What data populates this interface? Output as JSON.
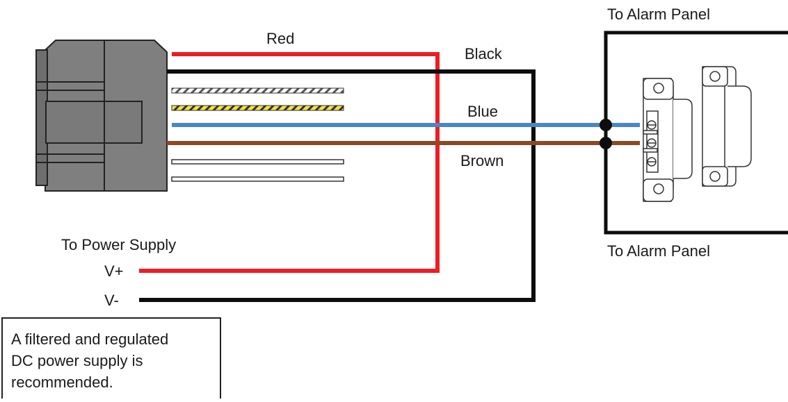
{
  "labels": {
    "red": "Red",
    "black": "Black",
    "blue": "Blue",
    "brown": "Brown",
    "to_alarm_panel_top": "To Alarm Panel",
    "to_alarm_panel_bottom": "To Alarm Panel",
    "to_power_supply": "To Power Supply",
    "v_plus": "V+",
    "v_minus": "V-"
  },
  "note": {
    "lines": [
      "A filtered and regulated",
      "DC power supply is",
      "recommended."
    ]
  },
  "colors": {
    "red": "#ee1c25",
    "black": "#0d0d0d",
    "blue": "#4a86c8",
    "brown": "#8a4a24",
    "yellow": "#f5e23a",
    "connector_body": "#808080"
  }
}
